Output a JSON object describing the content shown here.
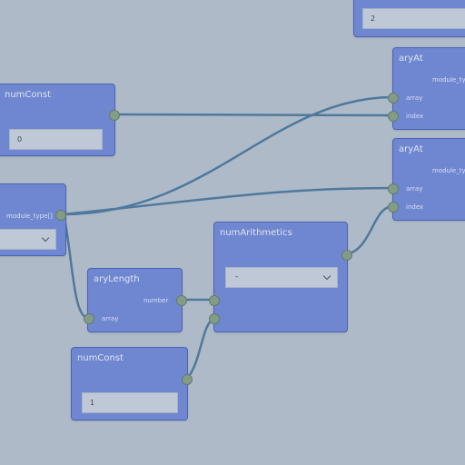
{
  "nodes": {
    "top_partial": {
      "value": "2"
    },
    "num_const_1": {
      "title": "numConst",
      "value": "0"
    },
    "ary_at_1": {
      "title": "aryAt",
      "output_label": "module_ty",
      "array_label": "array",
      "index_label": "index"
    },
    "ary_at_2": {
      "title": "aryAt",
      "output_label": "module_ty",
      "array_label": "array",
      "index_label": "index"
    },
    "module_node": {
      "output_label": "module_type[]"
    },
    "num_arith": {
      "title": "numArithmetics",
      "operator": "-"
    },
    "ary_length": {
      "title": "aryLength",
      "number_label": "number",
      "array_label": "array"
    },
    "num_const_2": {
      "title": "numConst",
      "value": "1"
    }
  },
  "colors": {
    "canvas": "#b5bfcd",
    "node": "#6780d6",
    "node_border": "#3b55b4",
    "wire": "#3f6f97",
    "port": "#7e9a7e"
  },
  "icons": [
    "chevron-down-icon"
  ]
}
